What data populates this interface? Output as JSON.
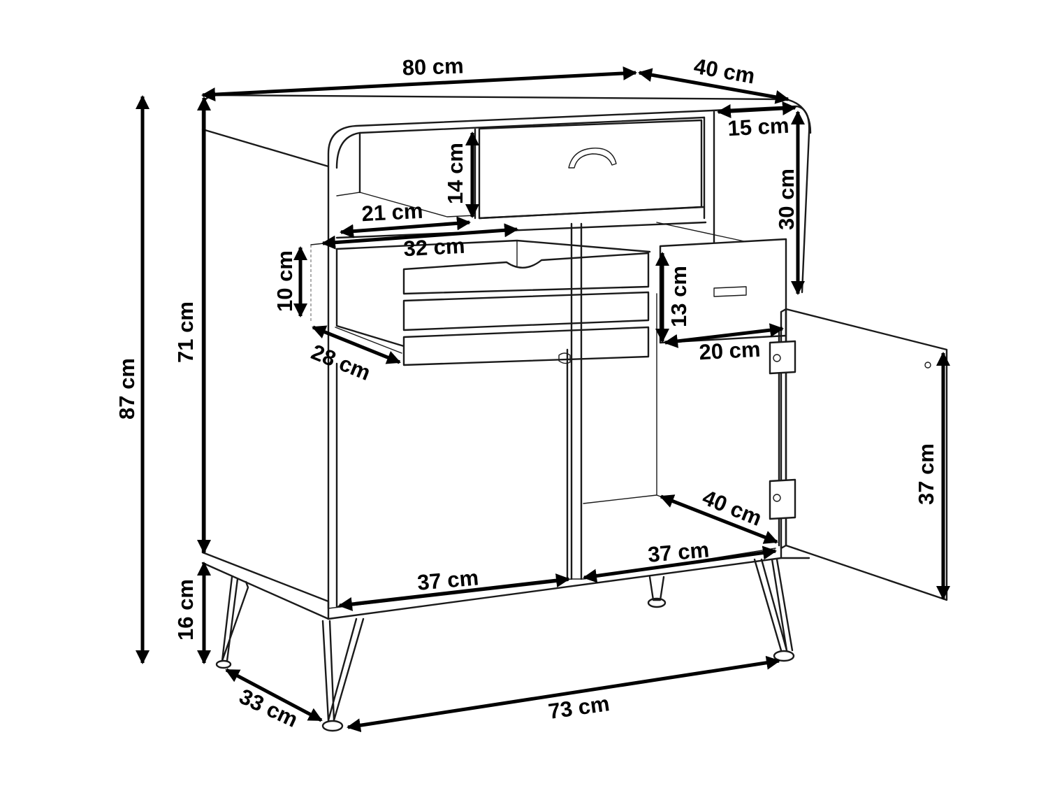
{
  "dimensions": {
    "width": "80 cm",
    "depth_top": "40 cm",
    "shelf_depth": "15 cm",
    "shelf_height": "30 cm",
    "niche_height": "14 cm",
    "niche_width": "21 cm",
    "drawer_width": "32 cm",
    "drawer_height": "10 cm",
    "drawer_depth": "28 cm",
    "small_drawer_height": "13 cm",
    "small_drawer_width": "20 cm",
    "body_height": "71 cm",
    "total_height": "87 cm",
    "door_height": "37 cm",
    "inner_depth": "40 cm",
    "door_width_right": "37 cm",
    "door_width_left": "37 cm",
    "leg_height": "16 cm",
    "leg_depth": "33 cm",
    "leg_span": "73 cm"
  }
}
